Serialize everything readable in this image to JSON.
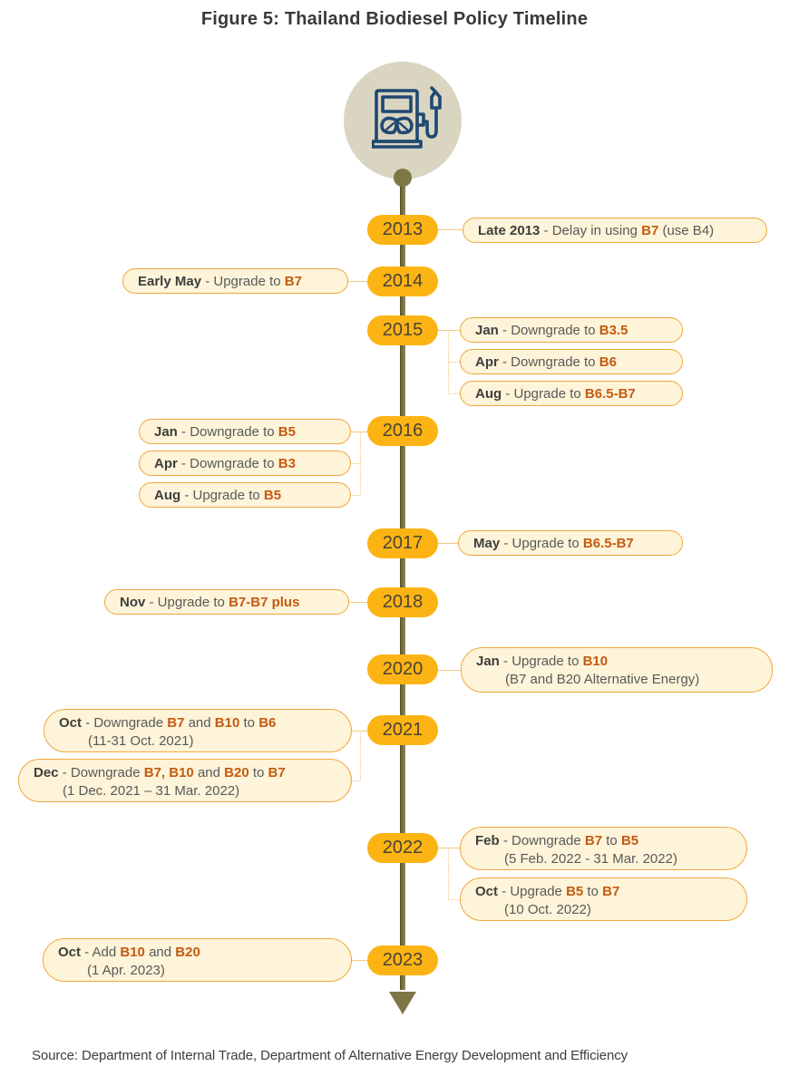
{
  "title": "Figure 5: Thailand Biodiesel Policy Timeline",
  "source": "Source: Department of Internal Trade, Department of Alternative Energy Development and Efficiency",
  "icon_name": "eco-fuel-pump",
  "colors": {
    "title": "#3b3838",
    "badge": "#fcb414",
    "badge-text": "#4a4335",
    "callout-bg": "#fdf4d9",
    "callout-border": "#f0a73e",
    "code": "#c55a11",
    "connector": "#f3c87f",
    "olive": "#7e7645",
    "circle": "#d9d5c1",
    "icon": "#1f4872"
  },
  "years": [
    {
      "label": "2013",
      "side": "right",
      "callouts": [
        {
          "lines": [
            [
              {
                "text": "Late 2013",
                "style": "strong"
              },
              {
                "text": " - Delay in using ",
                "style": "plain"
              },
              {
                "text": "B7",
                "style": "code"
              },
              {
                "text": " (use B4)",
                "style": "plain"
              }
            ]
          ]
        }
      ]
    },
    {
      "label": "2014",
      "side": "left",
      "callouts": [
        {
          "lines": [
            [
              {
                "text": "Early May",
                "style": "strong"
              },
              {
                "text": " - Upgrade to ",
                "style": "plain"
              },
              {
                "text": "B7",
                "style": "code"
              }
            ]
          ]
        }
      ]
    },
    {
      "label": "2015",
      "side": "right",
      "callouts": [
        {
          "lines": [
            [
              {
                "text": "Jan",
                "style": "strong"
              },
              {
                "text": " - Downgrade to ",
                "style": "plain"
              },
              {
                "text": "B3.5",
                "style": "code"
              }
            ]
          ]
        },
        {
          "lines": [
            [
              {
                "text": "Apr",
                "style": "strong"
              },
              {
                "text": " - Downgrade to ",
                "style": "plain"
              },
              {
                "text": "B6",
                "style": "code"
              }
            ]
          ]
        },
        {
          "lines": [
            [
              {
                "text": "Aug",
                "style": "strong"
              },
              {
                "text": " - Upgrade to ",
                "style": "plain"
              },
              {
                "text": "B6.5-B7",
                "style": "code"
              }
            ]
          ]
        }
      ]
    },
    {
      "label": "2016",
      "side": "left",
      "callouts": [
        {
          "lines": [
            [
              {
                "text": "Jan",
                "style": "strong"
              },
              {
                "text": " - Downgrade to ",
                "style": "plain"
              },
              {
                "text": "B5",
                "style": "code"
              }
            ]
          ]
        },
        {
          "lines": [
            [
              {
                "text": "Apr",
                "style": "strong"
              },
              {
                "text": " - Downgrade to ",
                "style": "plain"
              },
              {
                "text": "B3",
                "style": "code"
              }
            ]
          ]
        },
        {
          "lines": [
            [
              {
                "text": "Aug",
                "style": "strong"
              },
              {
                "text": " - Upgrade to ",
                "style": "plain"
              },
              {
                "text": "B5",
                "style": "code"
              }
            ]
          ]
        }
      ]
    },
    {
      "label": "2017",
      "side": "right",
      "callouts": [
        {
          "lines": [
            [
              {
                "text": "May",
                "style": "strong"
              },
              {
                "text": " - Upgrade to ",
                "style": "plain"
              },
              {
                "text": "B6.5-B7",
                "style": "code"
              }
            ]
          ]
        }
      ]
    },
    {
      "label": "2018",
      "side": "left",
      "callouts": [
        {
          "lines": [
            [
              {
                "text": "Nov",
                "style": "strong"
              },
              {
                "text": " - Upgrade to ",
                "style": "plain"
              },
              {
                "text": "B7-B7 plus",
                "style": "code"
              }
            ]
          ]
        }
      ]
    },
    {
      "label": "2020",
      "side": "right",
      "callouts": [
        {
          "lines": [
            [
              {
                "text": "Jan",
                "style": "strong"
              },
              {
                "text": " - Upgrade to ",
                "style": "plain"
              },
              {
                "text": "B10",
                "style": "code"
              }
            ],
            [
              {
                "text": "(B7 and B20 Alternative Energy)",
                "style": "plain"
              }
            ]
          ]
        }
      ]
    },
    {
      "label": "2021",
      "side": "left",
      "callouts": [
        {
          "lines": [
            [
              {
                "text": "Oct",
                "style": "strong"
              },
              {
                "text": " - Downgrade ",
                "style": "plain"
              },
              {
                "text": "B7",
                "style": "code"
              },
              {
                "text": " and ",
                "style": "plain"
              },
              {
                "text": "B10",
                "style": "code"
              },
              {
                "text": " to ",
                "style": "plain"
              },
              {
                "text": "B6",
                "style": "code"
              }
            ],
            [
              {
                "text": "(11-31 Oct. 2021)",
                "style": "plain"
              }
            ]
          ]
        },
        {
          "lines": [
            [
              {
                "text": "Dec",
                "style": "strong"
              },
              {
                "text": " - Downgrade ",
                "style": "plain"
              },
              {
                "text": "B7, B10",
                "style": "code"
              },
              {
                "text": " and ",
                "style": "plain"
              },
              {
                "text": "B20",
                "style": "code"
              },
              {
                "text": " to ",
                "style": "plain"
              },
              {
                "text": "B7",
                "style": "code"
              }
            ],
            [
              {
                "text": "(1 Dec. 2021 – 31 Mar. 2022)",
                "style": "plain"
              }
            ]
          ]
        }
      ]
    },
    {
      "label": "2022",
      "side": "right",
      "callouts": [
        {
          "lines": [
            [
              {
                "text": "Feb",
                "style": "strong"
              },
              {
                "text": " - Downgrade ",
                "style": "plain"
              },
              {
                "text": "B7",
                "style": "code"
              },
              {
                "text": " to ",
                "style": "plain"
              },
              {
                "text": "B5",
                "style": "code"
              }
            ],
            [
              {
                "text": "(5 Feb. 2022 - 31 Mar. 2022)",
                "style": "plain"
              }
            ]
          ]
        },
        {
          "lines": [
            [
              {
                "text": "Oct",
                "style": "strong"
              },
              {
                "text": " - Upgrade ",
                "style": "plain"
              },
              {
                "text": "B5",
                "style": "code"
              },
              {
                "text": " to ",
                "style": "plain"
              },
              {
                "text": "B7",
                "style": "code"
              }
            ],
            [
              {
                "text": "(10 Oct. 2022)",
                "style": "plain"
              }
            ]
          ]
        }
      ]
    },
    {
      "label": "2023",
      "side": "left",
      "callouts": [
        {
          "lines": [
            [
              {
                "text": "Oct",
                "style": "strong"
              },
              {
                "text": " - Add ",
                "style": "plain"
              },
              {
                "text": "B10",
                "style": "code"
              },
              {
                "text": " and ",
                "style": "plain"
              },
              {
                "text": "B20",
                "style": "code"
              }
            ],
            [
              {
                "text": "(1 Apr. 2023)",
                "style": "plain"
              }
            ]
          ]
        }
      ]
    }
  ]
}
